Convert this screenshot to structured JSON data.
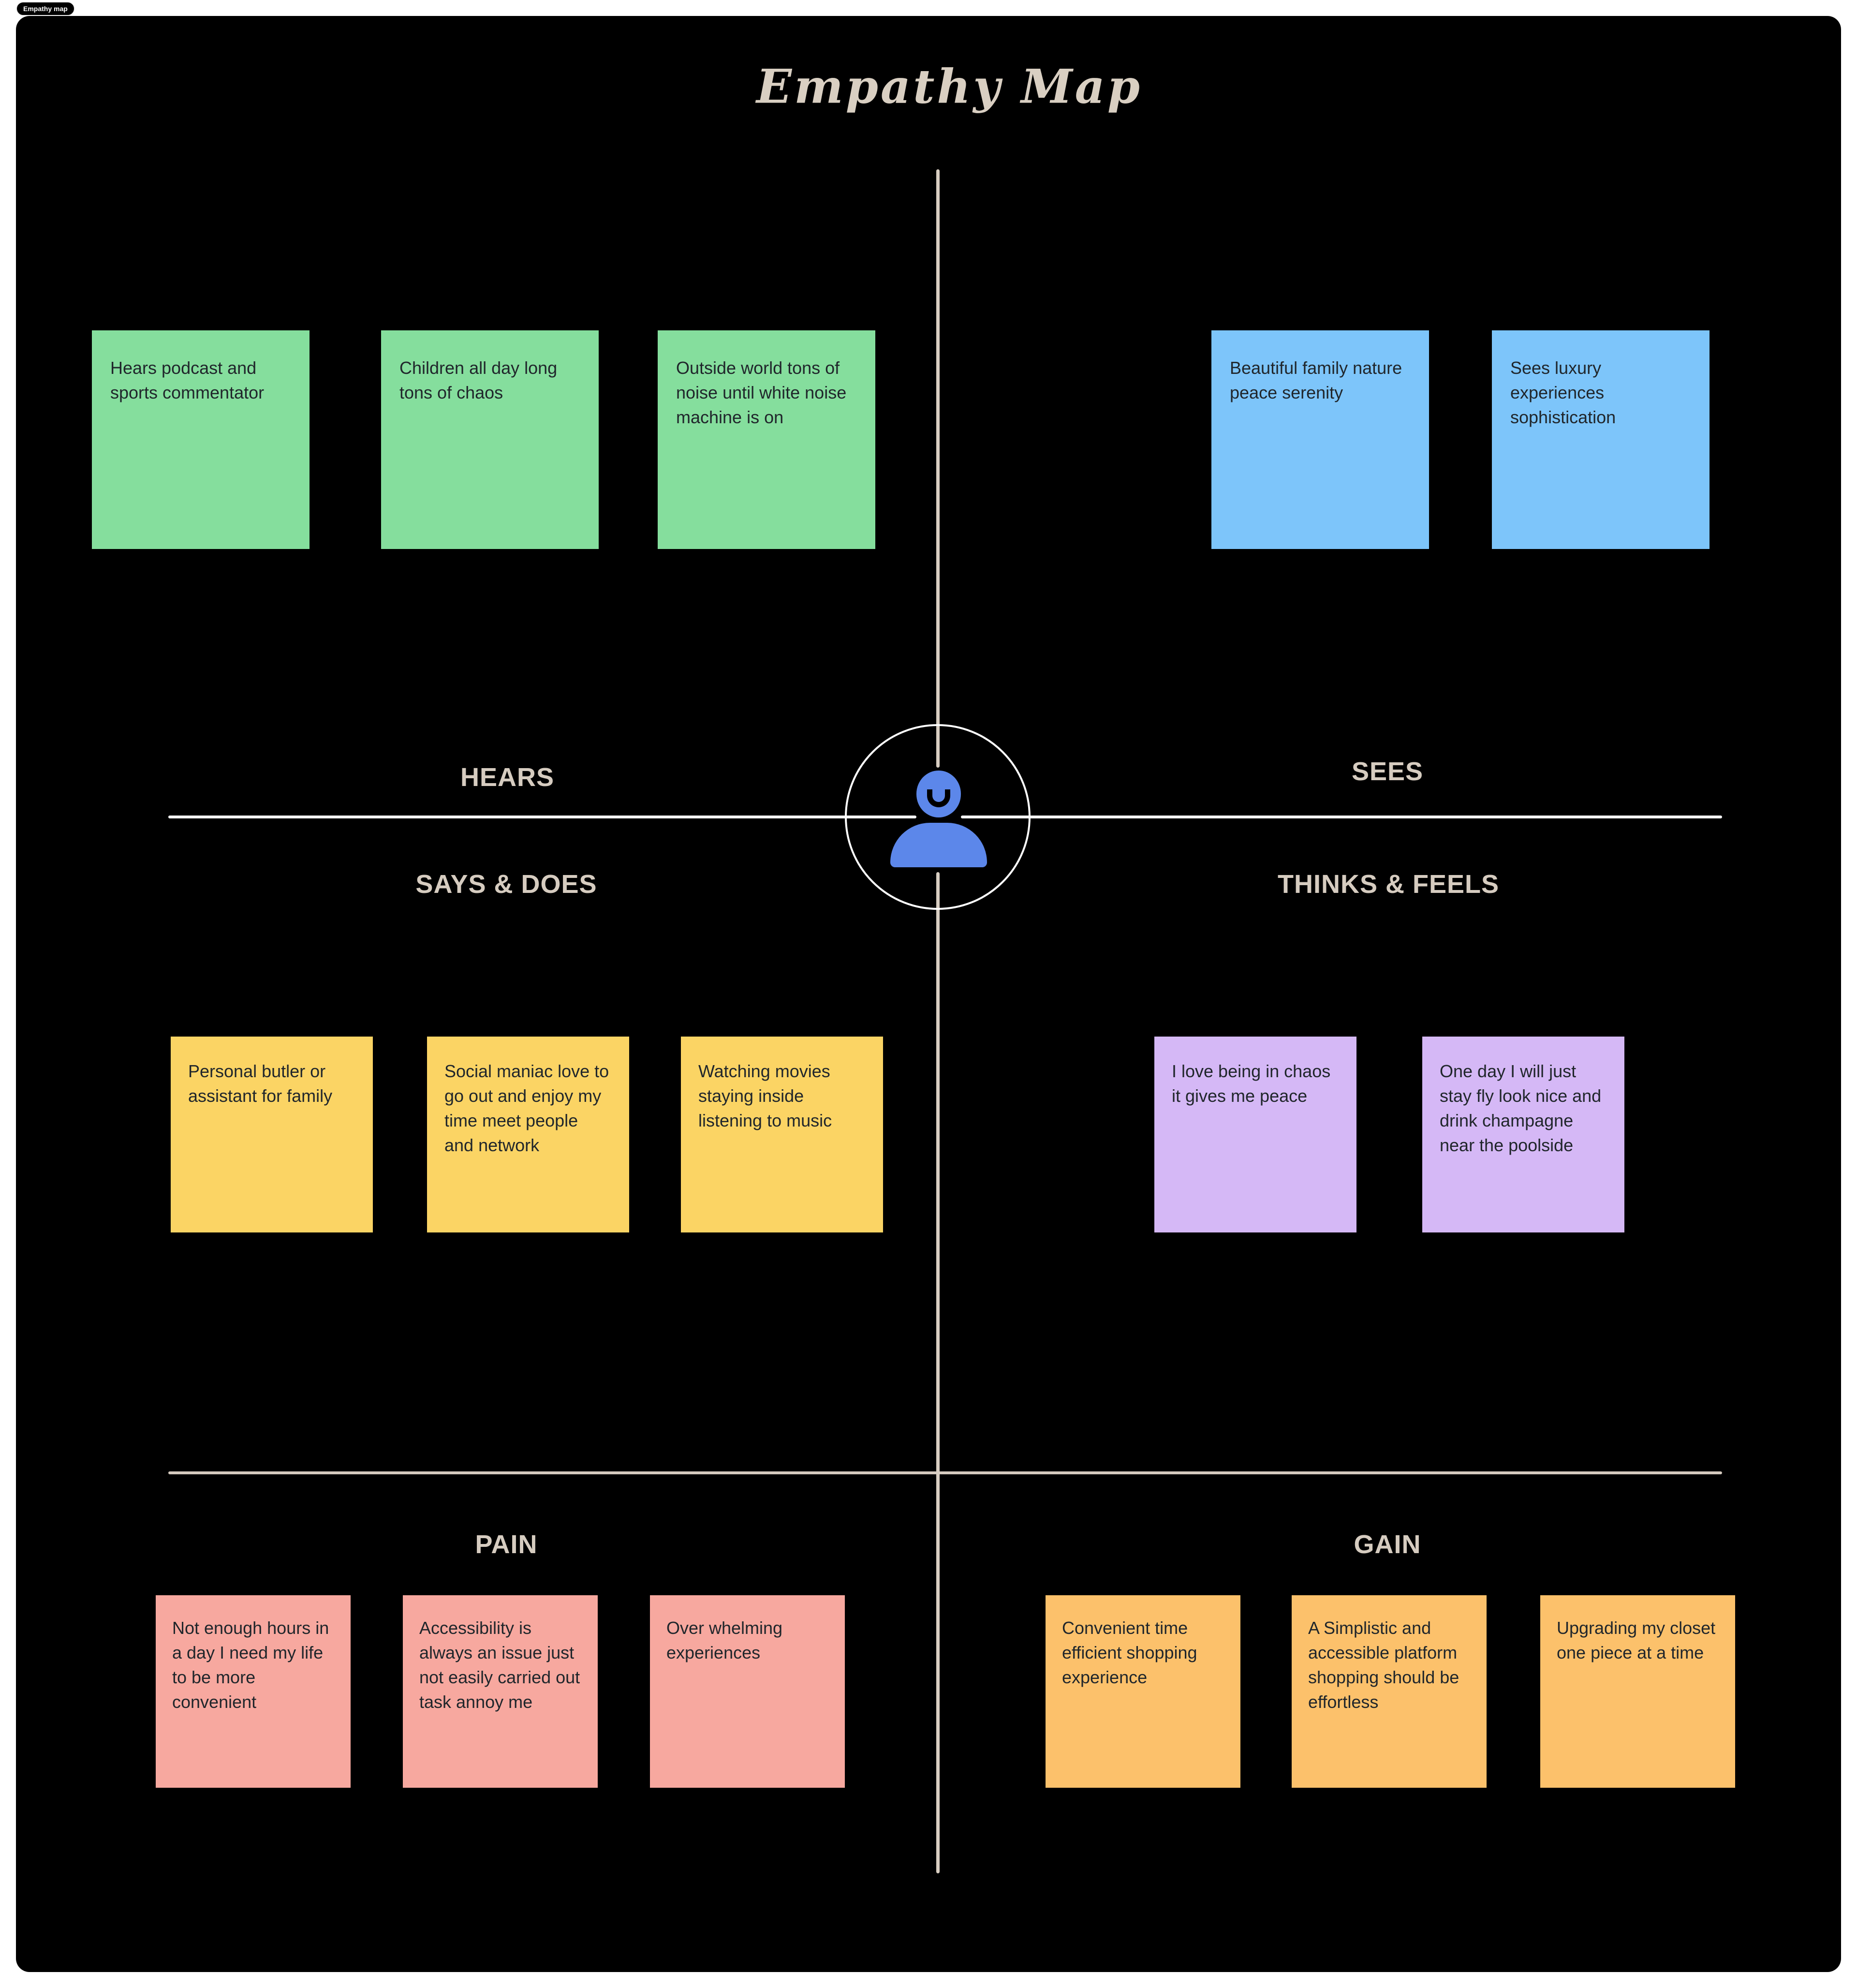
{
  "board_tag": {
    "label": "Empathy map"
  },
  "title": "Empathy Map",
  "title_color": "#d9cfc2",
  "label_color": "#d6ccc0",
  "canvas_color": "#000000",
  "dividers": {
    "horizontal_top_color": "#fbfbfb",
    "horizontal_bottom_color": "#d5cabf",
    "vertical_color": "#d8cec2",
    "circle_color": "#ffffff"
  },
  "center_icon": {
    "name": "person-icon",
    "color": "#5c87ea"
  },
  "quadrants": {
    "hears": {
      "label": "HEARS",
      "note_color": "#85de9d",
      "notes": [
        "Hears podcast and sports commentator",
        "Children all day long tons of chaos",
        "Outside world tons of noise until  white noise machine is on"
      ]
    },
    "sees": {
      "label": "SEES",
      "note_color": "#7dc5fa",
      "notes": [
        "Beautiful family nature peace serenity",
        "Sees luxury experiences sophistication"
      ]
    },
    "says_does": {
      "label": "SAYS & DOES",
      "note_color": "#fbd464",
      "notes": [
        "Personal butler or assistant for family",
        "Social maniac love to go out and enjoy my time meet people and network",
        "Watching movies staying inside listening to music"
      ]
    },
    "thinks_feels": {
      "label": "THINKS & FEELS",
      "note_color": "#d5b8f6",
      "notes": [
        "I love being in chaos it gives me peace",
        "One day I will just stay fly look nice and drink champagne near the poolside"
      ]
    },
    "pain": {
      "label": "PAIN",
      "note_color": "#f7a89f",
      "notes": [
        "Not enough hours in a day I need my life to be more convenient",
        "Accessibility is always an issue just not easily carried out task annoy me",
        "Over whelming experiences"
      ]
    },
    "gain": {
      "label": "GAIN",
      "note_color": "#fcc16b",
      "notes": [
        "Convenient time efficient shopping experience",
        "A Simplistic and accessible platform shopping should be effortless",
        "Upgrading my closet one piece at a time"
      ]
    }
  }
}
